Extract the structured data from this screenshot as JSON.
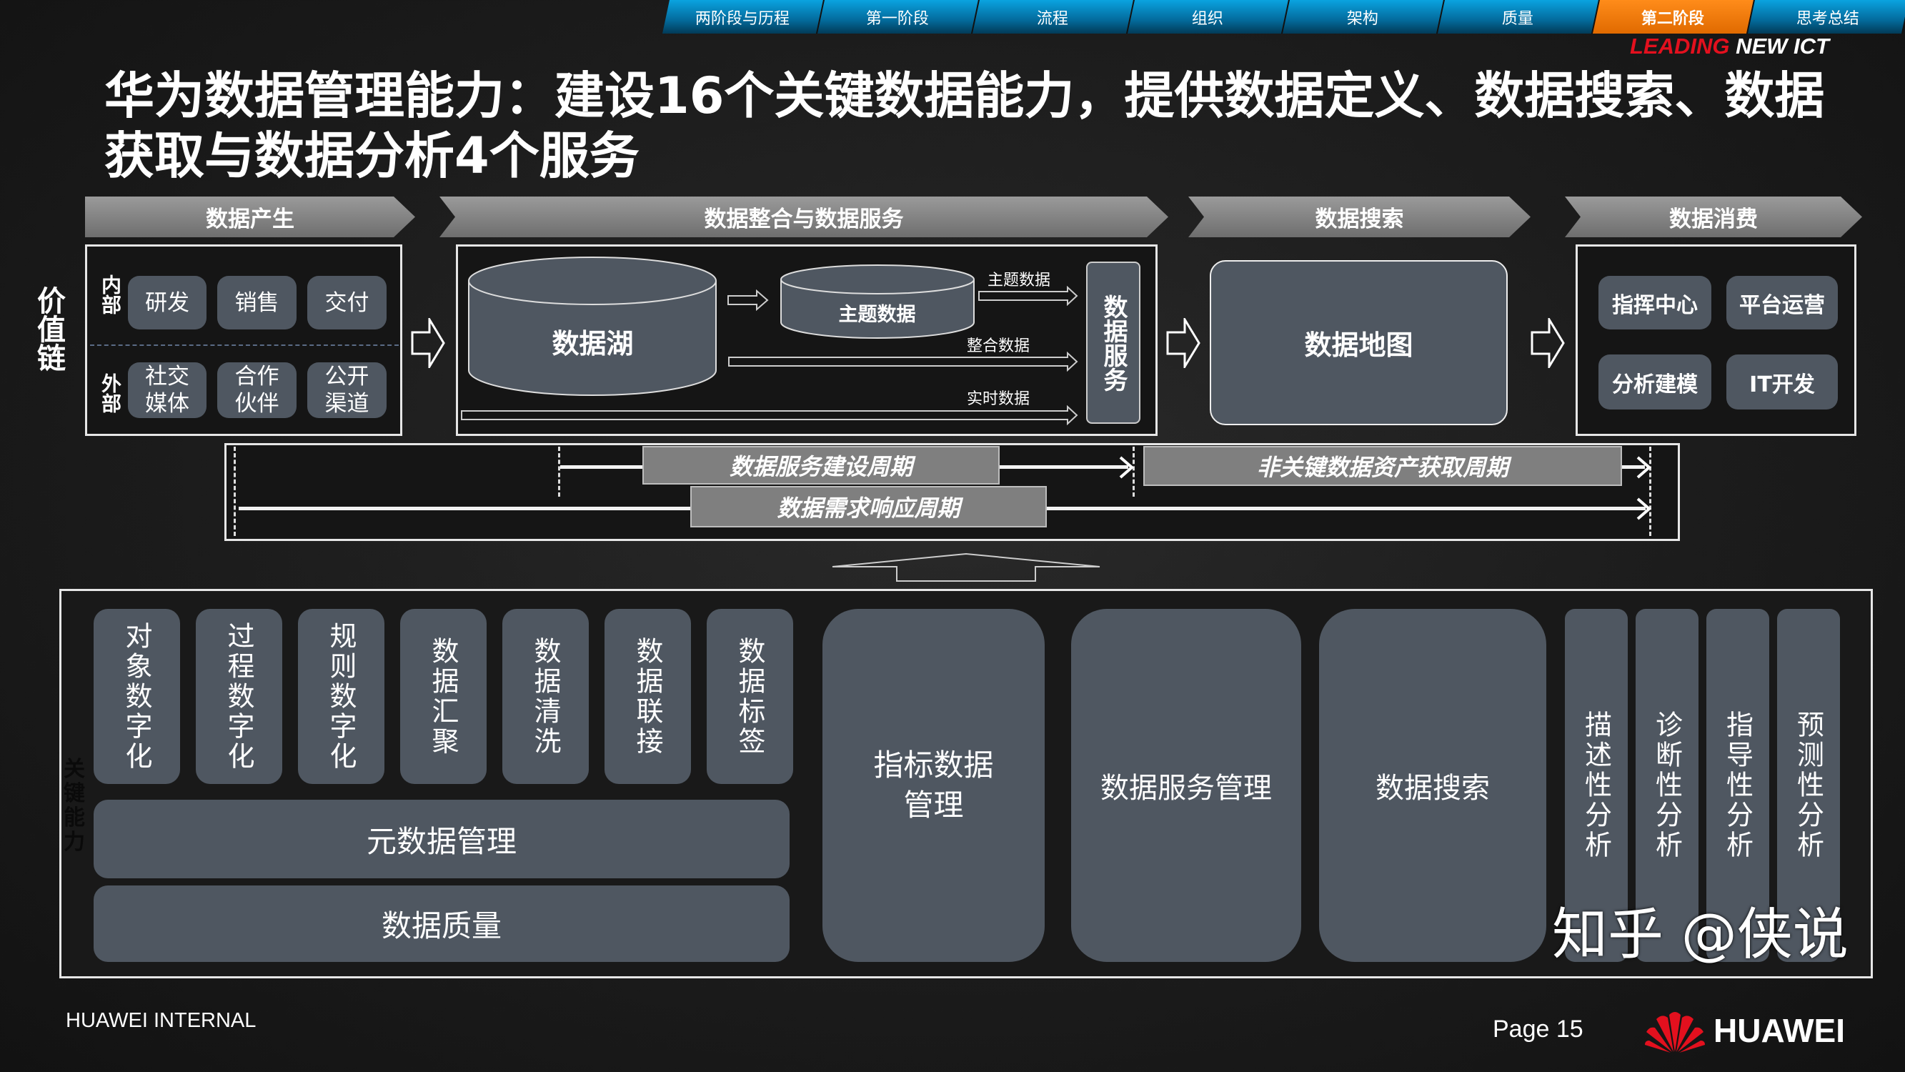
{
  "nav": {
    "tabs": [
      {
        "label": "两阶段与历程",
        "active": false
      },
      {
        "label": "第一阶段",
        "active": false
      },
      {
        "label": "流程",
        "active": false
      },
      {
        "label": "组织",
        "active": false
      },
      {
        "label": "架构",
        "active": false
      },
      {
        "label": "质量",
        "active": false
      },
      {
        "label": "第二阶段",
        "active": true
      },
      {
        "label": "思考总结",
        "active": false
      }
    ]
  },
  "tagline": {
    "red": "LEADING",
    "white": " NEW ICT"
  },
  "title": "华为数据管理能力：建设16个关键数据能力，提供数据定义、数据搜索、数据获取与数据分析4个服务",
  "stages": [
    "数据产生",
    "数据整合与数据服务",
    "数据搜索",
    "数据消费"
  ],
  "value_chain_label": "价值链",
  "production": {
    "internal_label": "内部",
    "external_label": "外部",
    "internal": [
      "研发",
      "销售",
      "交付"
    ],
    "external": [
      "社交媒体",
      "合作伙伴",
      "公开渠道"
    ]
  },
  "integration": {
    "lake": "数据湖",
    "topic": "主题数据",
    "flows": [
      "主题数据",
      "整合数据",
      "实时数据"
    ],
    "service": "数据服务"
  },
  "search": {
    "map": "数据地图"
  },
  "consumption": {
    "items": [
      "指挥中心",
      "平台运营",
      "分析建模",
      "IT开发"
    ]
  },
  "cycles": {
    "build": "数据服务建设周期",
    "response": "数据需求响应周期",
    "non_key": "非关键数据资产获取周期"
  },
  "capabilities": {
    "hidden_label": "关键能力",
    "vertical": [
      "对象数字化",
      "过程数字化",
      "规则数字化",
      "数据汇聚",
      "数据清洗",
      "数据联接",
      "数据标签"
    ],
    "metadata": "元数据管理",
    "quality": "数据质量",
    "large": [
      "指标数据管理",
      "数据服务管理",
      "数据搜索"
    ],
    "analysis": [
      "描述性分析",
      "诊断性分析",
      "指导性分析",
      "预测性分析"
    ]
  },
  "footer": {
    "classification": "HUAWEI INTERNAL",
    "page": "Page 15",
    "watermark": "知乎 @侠说",
    "logo": "HUAWEI"
  },
  "colors": {
    "accent_orange": "#ff8c1a",
    "nav_blue": "#0aa3e0",
    "tile": "#4f5761",
    "brand_red": "#e3101e"
  }
}
